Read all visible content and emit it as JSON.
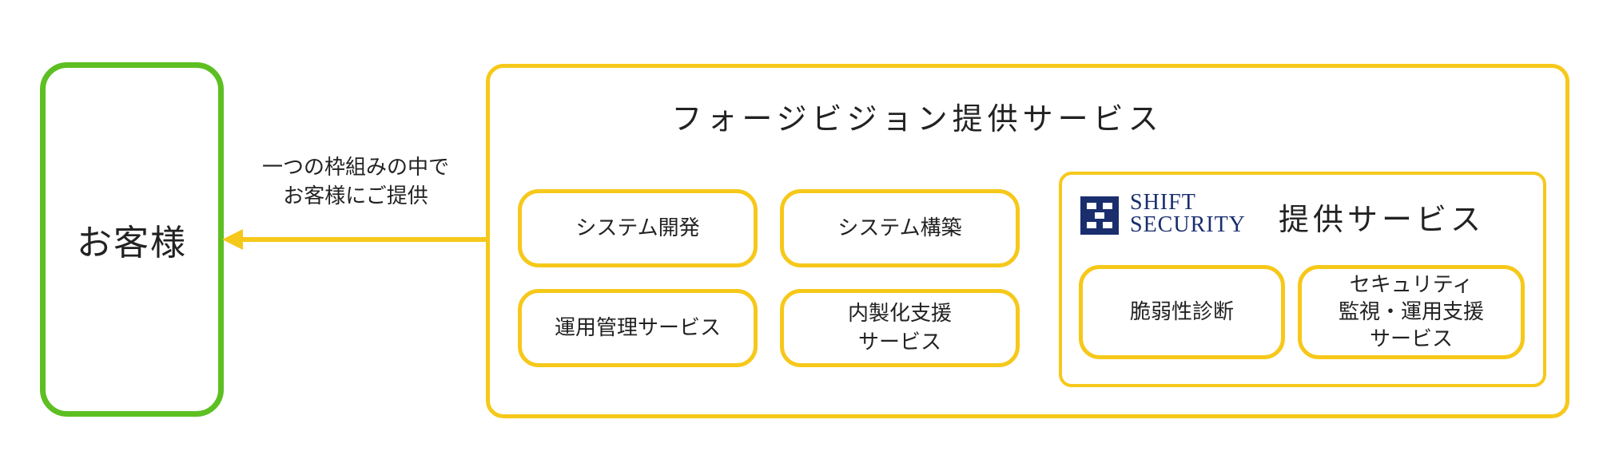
{
  "customer": {
    "label": "お客様"
  },
  "arrow": {
    "note_line1": "一つの枠組みの中で",
    "note_line2": "お客様にご提供"
  },
  "outer": {
    "title": "フォージビジョン提供サービス",
    "services": [
      {
        "lines": [
          "システム開発"
        ]
      },
      {
        "lines": [
          "システム構築"
        ]
      },
      {
        "lines": [
          "運用管理サービス"
        ]
      },
      {
        "lines": [
          "内製化支援",
          "サービス"
        ]
      }
    ]
  },
  "inner": {
    "logo_line1": "SHIFT",
    "logo_line2": "SECURITY",
    "title": "提供サービス",
    "services": [
      {
        "lines": [
          "脆弱性診断"
        ]
      },
      {
        "lines": [
          "セキュリティ",
          "監視・運用支援",
          "サービス"
        ]
      }
    ]
  },
  "colors": {
    "customer_border": "#5dbf22",
    "frame_yellow": "#f6c81a",
    "logo_navy": "#1a2e6e"
  }
}
